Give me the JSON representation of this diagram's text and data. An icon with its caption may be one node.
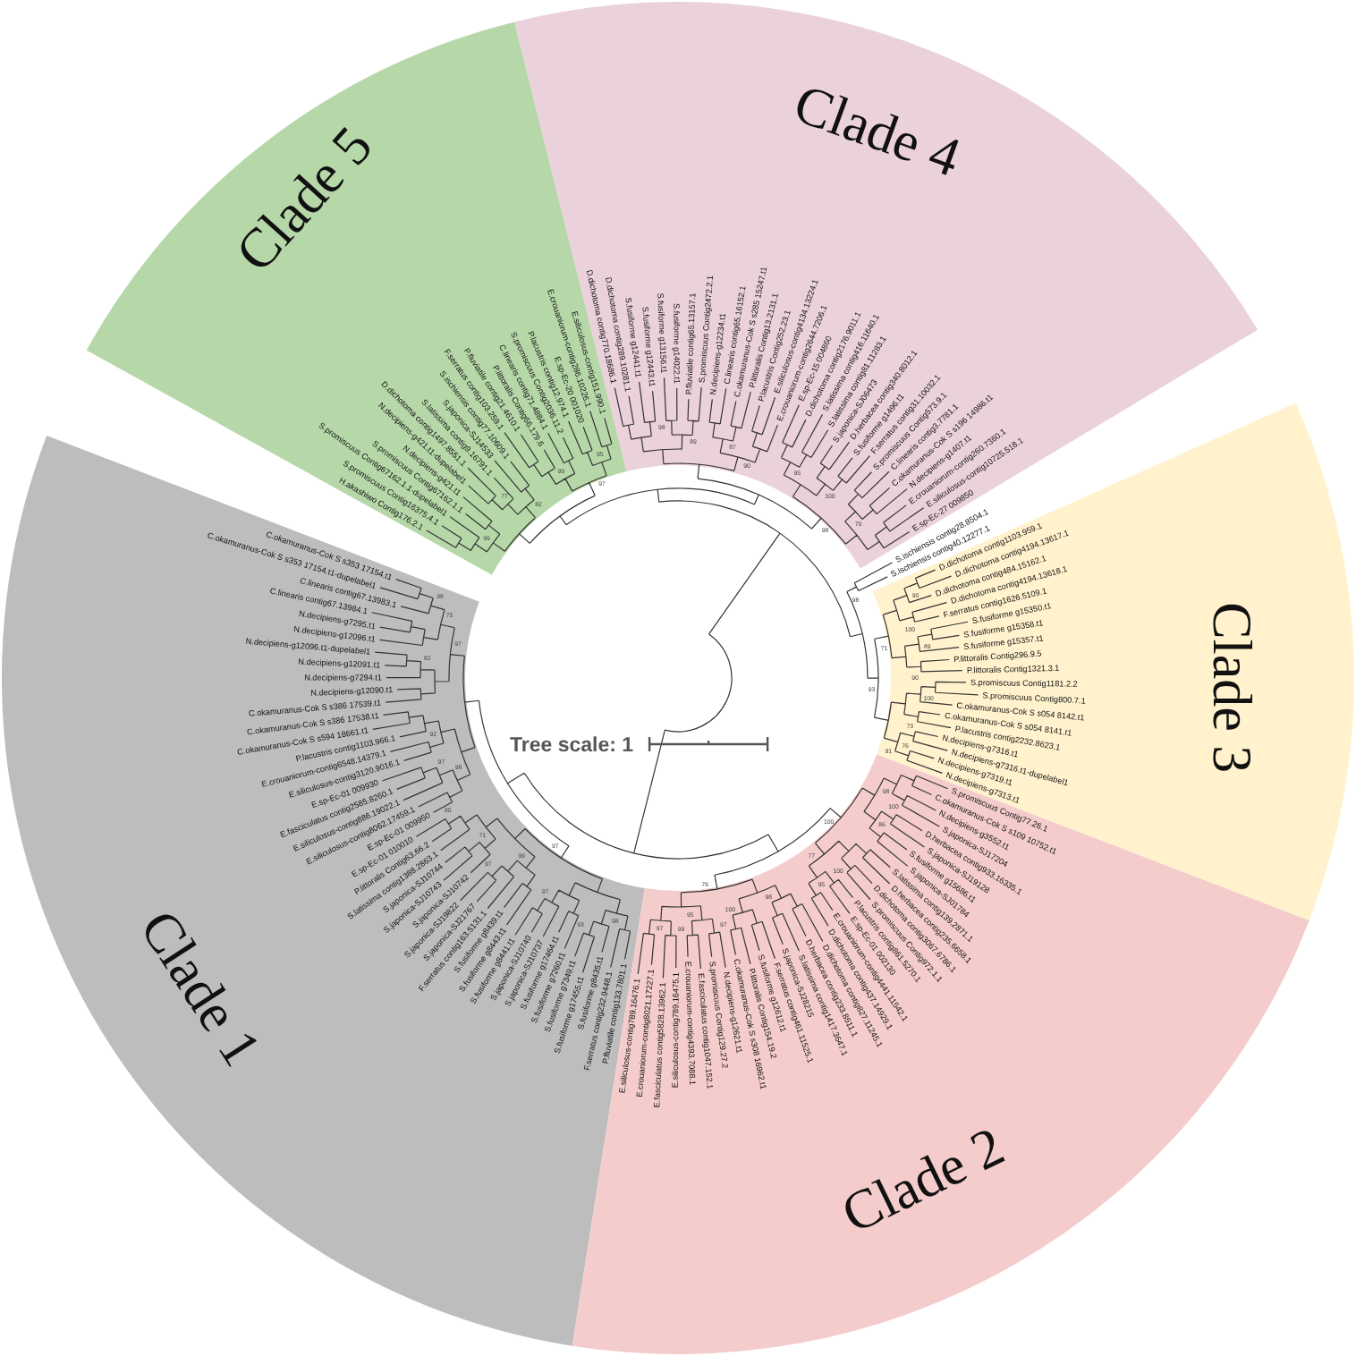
{
  "diagram": {
    "nodes": [
      {
        "text": [
          "Clade 1"
        ]
      },
      {
        "text": [
          "Clade 2"
        ]
      },
      {
        "text": [
          "Clade 3"
        ]
      },
      {
        "text": [
          "Clade 4"
        ]
      },
      {
        "text": [
          "Clade 5"
        ]
      }
    ],
    "labels": [
      "Tree scale: 1",
      "H.akashiwo Contig176.2.1",
      "S.promiscuus Contig16375.4.1",
      "S.promiscuus Contig67162.1.1-dupelabel1",
      "S.promiscuus Contig67162.1.1",
      "N.decipiens-g421.t1",
      "N.decipiens-g421.t1-dupelabel1",
      "D.dichotoma contig1497.8551.1",
      "S.latissima contig9.16791.1",
      "S.japonica-SJ14533",
      "S.ischiensis contig77.10609.1",
      "F.serratus contig103.259.1",
      "P.fluviatile contig21.4610.1",
      "P.littoralis Contig66.179.6",
      "C.linearis contig71.4884.1",
      "S.promiscuus Contig2036.11.2",
      "P.lacustris contig12.974.1",
      "E.sp-Ec-20 001020",
      "E.crouaniorum-contig286.10226.1",
      "E.siliculosus-contig151.990.1",
      "D.dichotoma contig770.18686.1",
      "D.dichotoma contig289.10281.1",
      "S.fusiforme g12441.t1",
      "S.fusiforme g12443.t1",
      "S.fusiforme g13156.t1",
      "S.fusiforme g14022.t1",
      "P.fluviatile contig65.13157.1",
      "S.promiscuus Contig2472.2.1",
      "N.decipiens-g12234.t1",
      "C.linearis contig65.16152.1",
      "C.okamuranus-Cok S s285 15247.t1",
      "P.littoralis Contig13.2131.1",
      "P.lacustris Contig252.23.1",
      "E.siliculosus-contig4134.13224.1",
      "E.crouaniorum-contig2644.7206.1",
      "E.sp-Ec-15 004860",
      "D.dichotoma contig2176.9011.1",
      "S.latissima contig416.11640.1",
      "S.latissima contig81.11283.1",
      "S.japonica-SJ06473",
      "D.herbacea contig340.8012.1",
      "S.fusiforme g1496.t1",
      "F.serratus contig31.10032.1",
      "S.promiscuus Contig573.9.1",
      "C.linearis contig3.7781.1",
      "C.okamuranus-Cok S s196 14986.t1",
      "N.decipiens-g1407.t1",
      "E.crouaniorum-contig260.7360.1",
      "E.siliculosus-contig10725.518.1",
      "E.sp-Ec-27 009850",
      "S.ischiensis contig28.8504.1",
      "S.ischiensis contig40.12277.1",
      "D.dichotoma contig1103.959.1",
      "D.dichotoma contig4194.13617.1",
      "D.dichotoma contig484.15162.1",
      "D.dichotoma contig4194.13618.1",
      "F.serratus contig1626.5109.1",
      "S.fusiforme g15350.t1",
      "S.fusiforme g15358.t1",
      "S.fusiforme g15357.t1",
      "P.littoralis Contig296.9.5",
      "P.littoralis Contig1321.3.1",
      "S.promiscuus Contig1181.2.2",
      "S.promiscuus Contig800.7.1",
      "C.okamuranus-Cok S s054 8142.t1",
      "C.okamuranus-Cok S s054 8141.t1",
      "P.lacustris contig2232.8623.1",
      "N.decipiens-g7316.t1",
      "N.decipiens-g7316.t1-dupelabel1",
      "N.decipiens-g7319.t1",
      "N.decipiens-g7313.t1",
      "C.okamuranus-Cok S s353 17154.t1",
      "C.okamuranus-Cok S s353 17154.t1-dupelabel1",
      "C.linearis contig67.13983.1",
      "C.linearis contig67.13984.1",
      "N.decipiens-g7295.t1",
      "N.decipiens-g12096.t1",
      "N.decipiens-g12096.t1-dupelabel1",
      "N.decipiens-g12091.t1",
      "N.decipiens-g7294.t1",
      "N.decipiens-g12090.t1",
      "C.okamuranus-Cok S s386 17539.t1",
      "C.okamuranus-Cok S s386 17538.t1",
      "C.okamuranus-Cok S s594 18661.t1",
      "P.lacustris contig1103.966.1",
      "E.crouaniorum-contig6548.14379.1",
      "E.siliculosus-contig3120.9016.1",
      "E.sp-Ec-01 009930",
      "E.fasciculatus contig2585.8260.1",
      "E.siliculosus-contig886.19022.1",
      "E.siliculosus-contig8062.17459.1",
      "E.sp-Ec-01 009950",
      "E.sp-Ec-01 010010",
      "P.littoralis Contig63.66.2",
      "S.latissima contig1388.2863.1",
      "S.japonica-SJ10744",
      "S.japonica-SJ10743",
      "S.japonica-SJ10742",
      "S.japonica-SJ19822",
      "S.japonica-SJ21767",
      "F.serratus contig163.5131.1",
      "S.fusiforme g8439.t1",
      "S.fusiforme g8443.t1",
      "S.fusiforme g8441.t1",
      "S.japonica-SJ10740",
      "S.japonica-SJ10737",
      "S.fusiforme g17464.t1",
      "S.fusiforme g7260.t1",
      "S.fusiforme g7349.t1",
      "S.fusiforme g17455.t1",
      "S.fusiforme g8435.t1",
      "F.serratus contig232.9448.1",
      "P.fluviatile contig133.7801.1",
      "E.siliculosus-contig789.16476.1",
      "E.crouaniorum-contig8021.17227.1",
      "E.fasciculatus contig5828.13962.1",
      "E.siliculosus-contig789.16475.1",
      "E.crouaniorum-contig4393.7088.1",
      "E.fasciculatus contig1047.152.1",
      "S.promiscuus Contig129.27.2",
      "N.decipiens-g12621.t1",
      "C.okamuranus-Cok S s308 16962.t1",
      "P.littoralis Contig154.19.2",
      "S.fusiforme g12612.t1",
      "F.serratus contig461.11525.1",
      "S.japonica-SJ28215",
      "S.latissima contig1417.3647.1",
      "D.herbacea contig233.8511.1",
      "D.dichotoma contig827.11245.1",
      "D.dichotoma contig437.14929.1",
      "E.crouaniorum-contig4441.11542.1",
      "E.sp-Ec-01 002130",
      "P.lacustris contig861.5270.1",
      "S.promiscuus Contig972.1.1",
      "D.dichotoma contig3067.6786.1",
      "D.herbacea contig235.6658.1",
      "S.latissima contig139.2871.1",
      "S.japonica-SJ01784",
      "S.fusiforme g15686.t1",
      "S.japonica-SJ19128",
      "D.herbacea contig933.16335.1",
      "S.japonica-SJ17204",
      "N.decipiens-g3552.t1",
      "C.okamuranus-Cok S s109 10752.t1",
      "S.promiscuus Contig77.26.1",
      "99",
      "77",
      "82",
      "99",
      "95",
      "97",
      "98",
      "89",
      "87",
      "90",
      "95",
      "100",
      "70",
      "98",
      "98",
      "90",
      "100",
      "89",
      "90",
      "71",
      "100",
      "73",
      "76",
      "91",
      "93",
      "98",
      "75",
      "82",
      "97",
      "92",
      "97",
      "98",
      "80",
      "71",
      "97",
      "99",
      "97",
      "93",
      "98",
      "97",
      "97",
      "99",
      "95",
      "97",
      "100",
      "98",
      "76",
      "95",
      "100",
      "77",
      "86",
      "100",
      "98",
      "100"
    ]
  }
}
